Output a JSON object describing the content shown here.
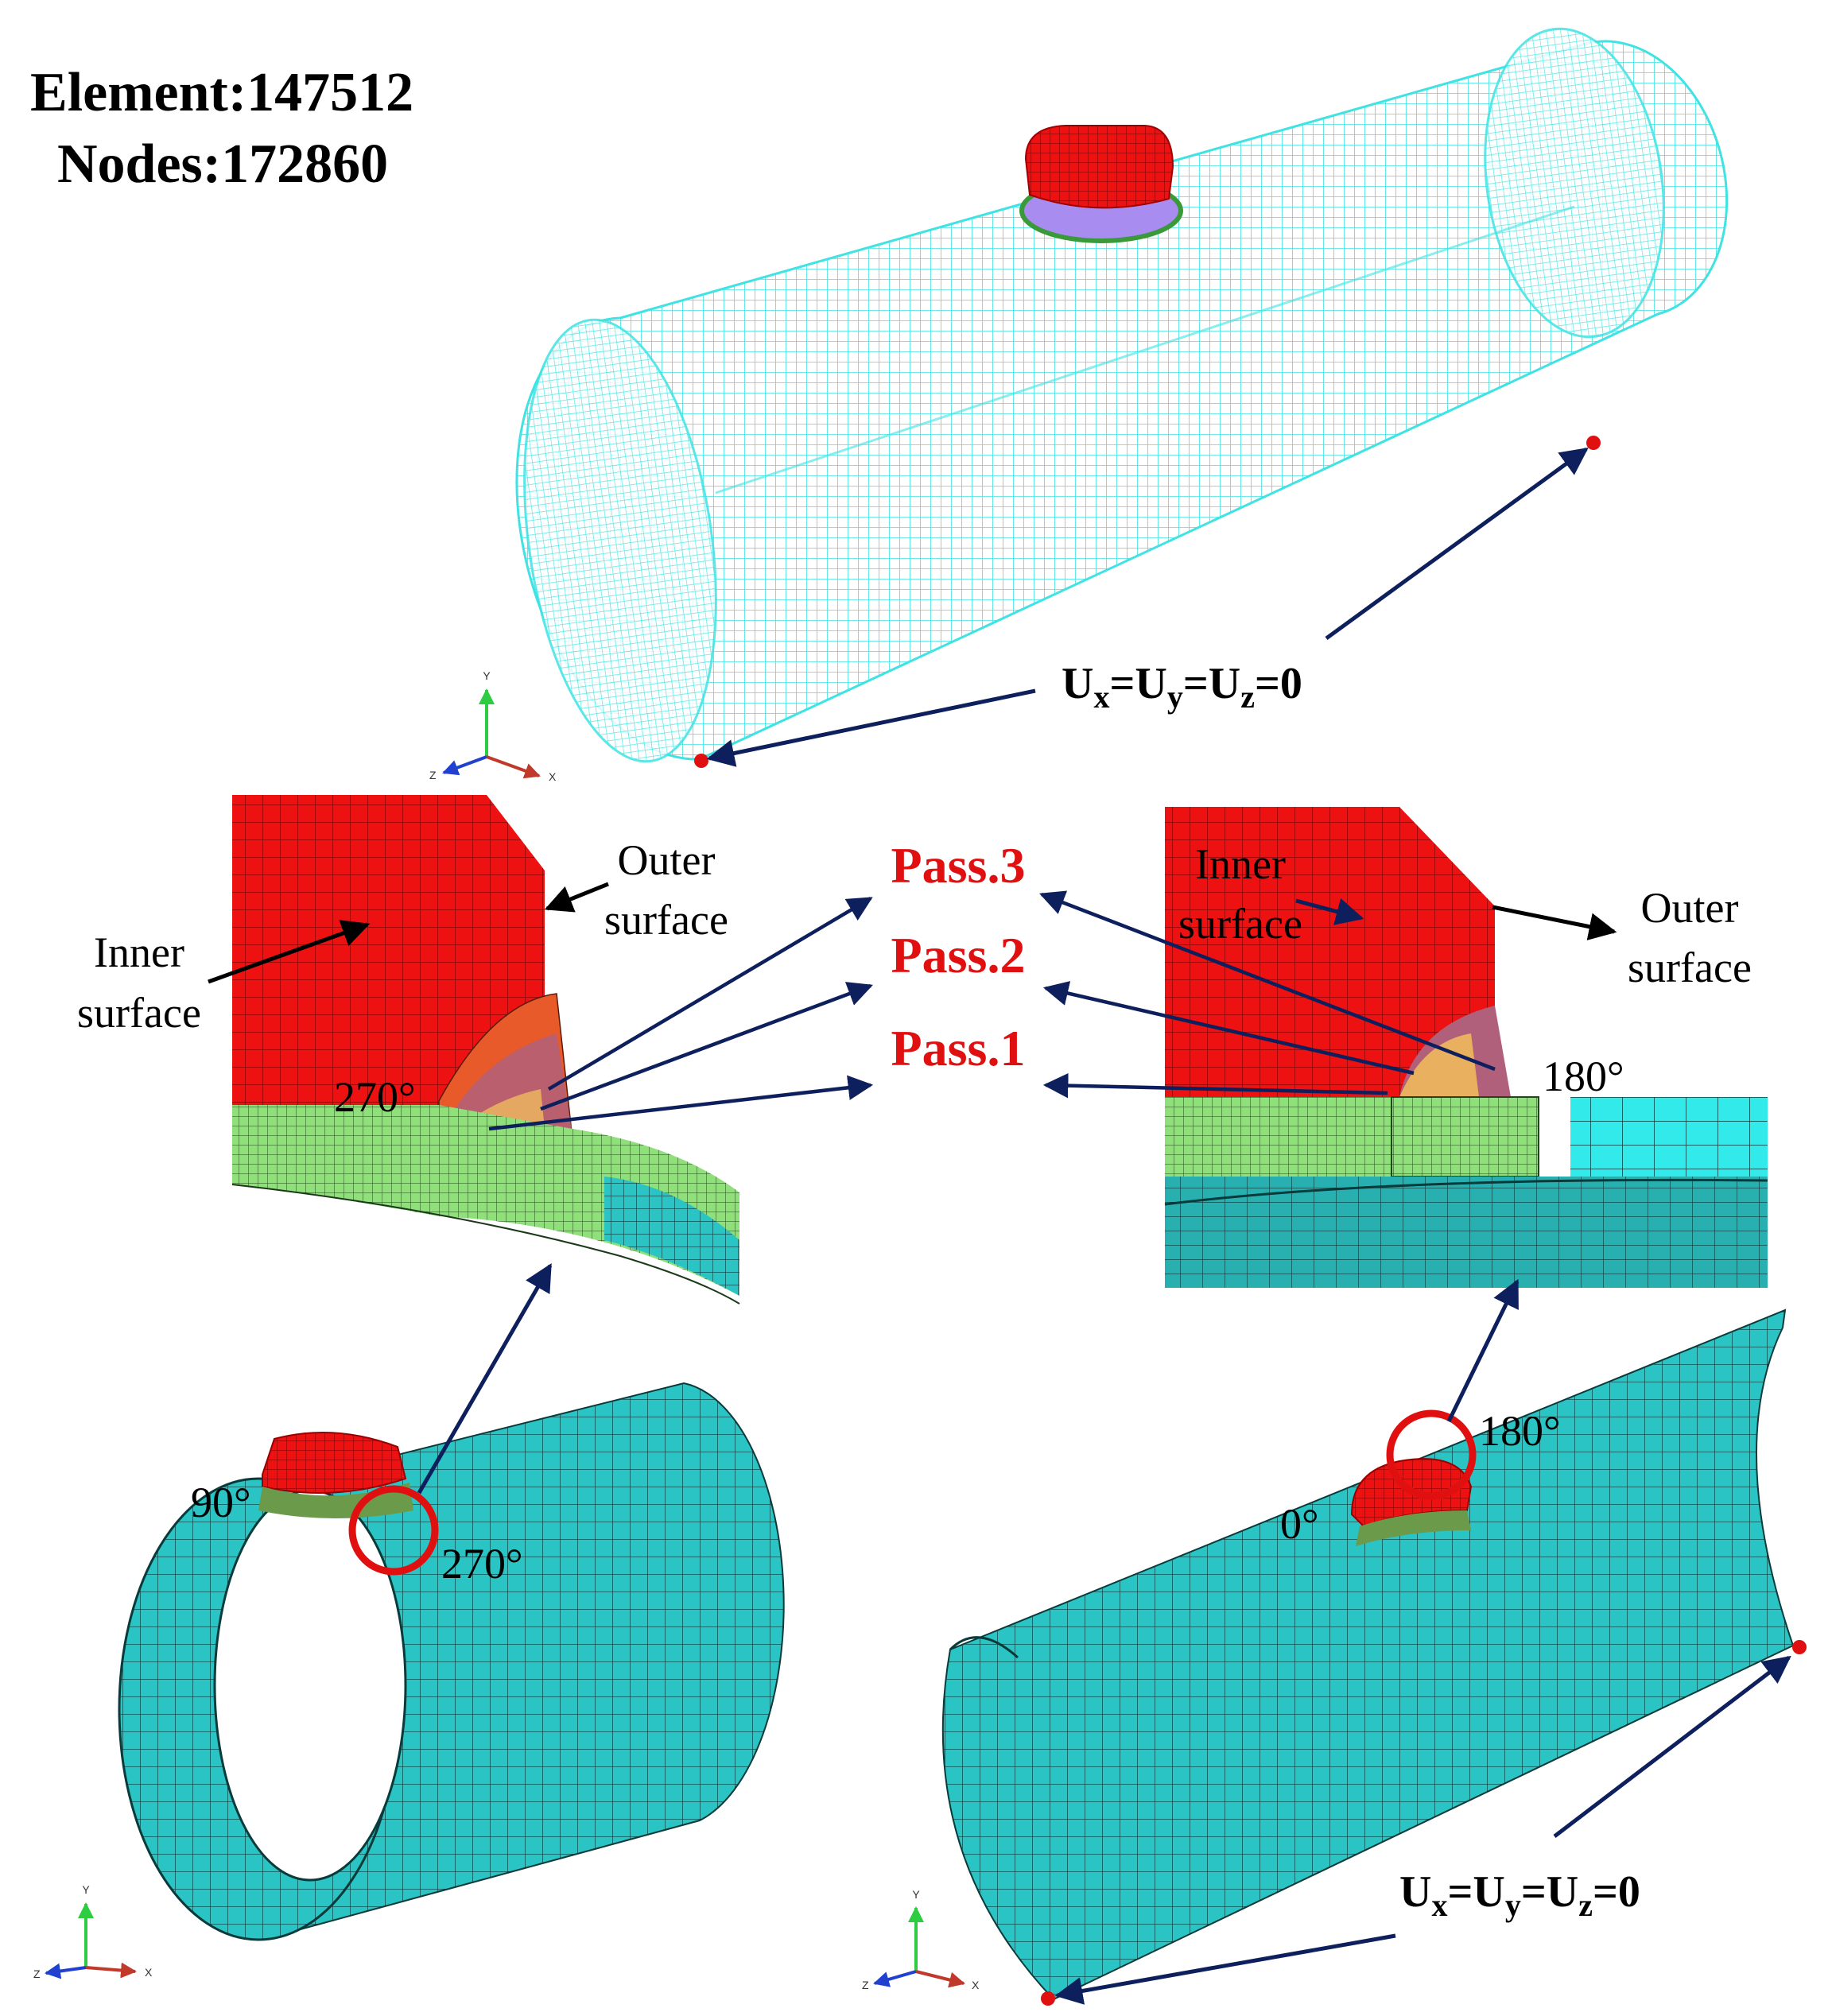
{
  "mesh_stats": {
    "elements": "Element:147512",
    "nodes": "Nodes:172860"
  },
  "boundary_condition": {
    "u": "U",
    "x": "x",
    "y": "y",
    "z": "z",
    "eq": "=",
    "zero": "0"
  },
  "passes": {
    "pass3": "Pass.3",
    "pass2": "Pass.2",
    "pass1": "Pass.1"
  },
  "surfaces": {
    "outer": "Outer",
    "inner": "Inner",
    "surface": "surface"
  },
  "angles": {
    "a0": "0°",
    "a90": "90°",
    "a180": "180°",
    "a270": "270°"
  },
  "axes": {
    "x": "X",
    "y": "Y",
    "z": "Z"
  },
  "colors": {
    "mesh_cyan": "#4de8e8",
    "pipe_teal": "#2bbcbc",
    "weld_red": "#ee1111",
    "base_green": "#8fe07a",
    "arrow_navy": "#0d1f5c",
    "pass_red": "#e01010",
    "marker_red": "#e01010"
  }
}
